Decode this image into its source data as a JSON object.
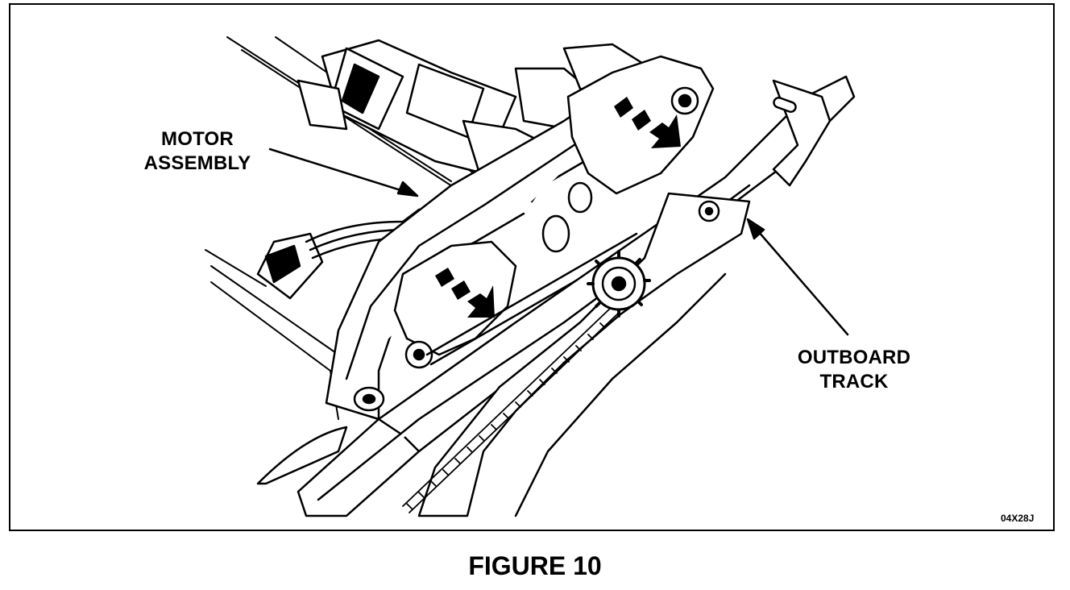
{
  "callouts": {
    "motor_assembly": {
      "line1": "MOTOR",
      "line2": "ASSEMBLY"
    },
    "outboard_track": {
      "line1": "OUTBOARD",
      "line2": "TRACK"
    }
  },
  "figure_code": "04X28J",
  "caption": "FIGURE 10"
}
